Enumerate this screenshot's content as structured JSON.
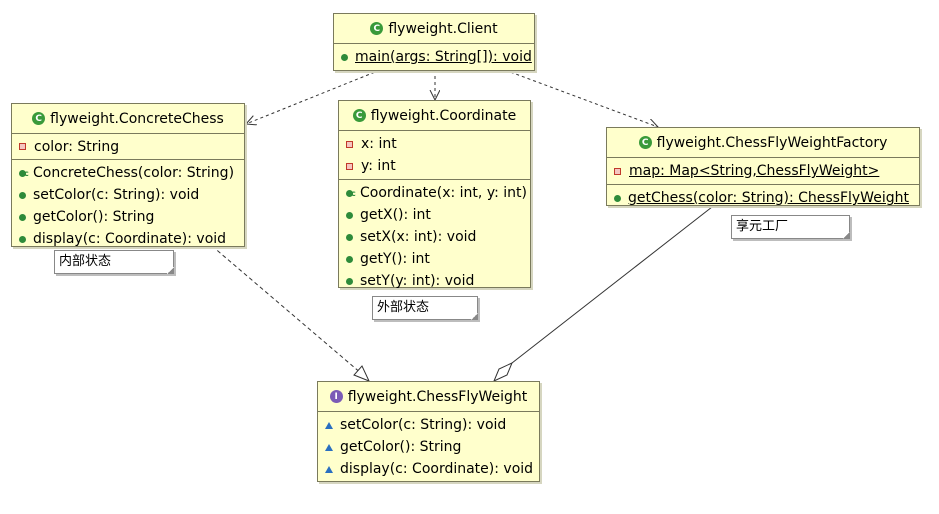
{
  "client": {
    "title": "flyweight.Client",
    "methods": [
      "main(args: String[]): void"
    ]
  },
  "concrete_chess": {
    "title": "flyweight.ConcreteChess",
    "fields": [
      "color: String"
    ],
    "methods": [
      "ConcreteChess(color: String)",
      "setColor(c: String): void",
      "getColor(): String",
      "display(c: Coordinate): void"
    ]
  },
  "coordinate": {
    "title": "flyweight.Coordinate",
    "fields": [
      "x: int",
      "y: int"
    ],
    "methods": [
      "Coordinate(x: int, y: int)",
      "getX(): int",
      "setX(x: int): void",
      "getY(): int",
      "setY(y: int): void"
    ]
  },
  "factory": {
    "title": "flyweight.ChessFlyWeightFactory",
    "fields": [
      "map: Map<String,ChessFlyWeight>"
    ],
    "methods": [
      "getChess(color: String): ChessFlyWeight"
    ]
  },
  "flyweight_interface": {
    "title": "flyweight.ChessFlyWeight",
    "methods": [
      "setColor(c: String): void",
      "getColor(): String",
      "display(c: Coordinate): void"
    ]
  },
  "notes": {
    "internal_state": "内部状态",
    "external_state": "外部状态",
    "factory": "享元工厂"
  },
  "colors": {
    "class_fill": "#ffffcc",
    "class_border": "#7a7a5c",
    "public_icon": "#2e8b3a",
    "private_icon": "#c0392b",
    "abstract_icon": "#2a6fc0",
    "interface_icon": "#7b5bb6"
  }
}
